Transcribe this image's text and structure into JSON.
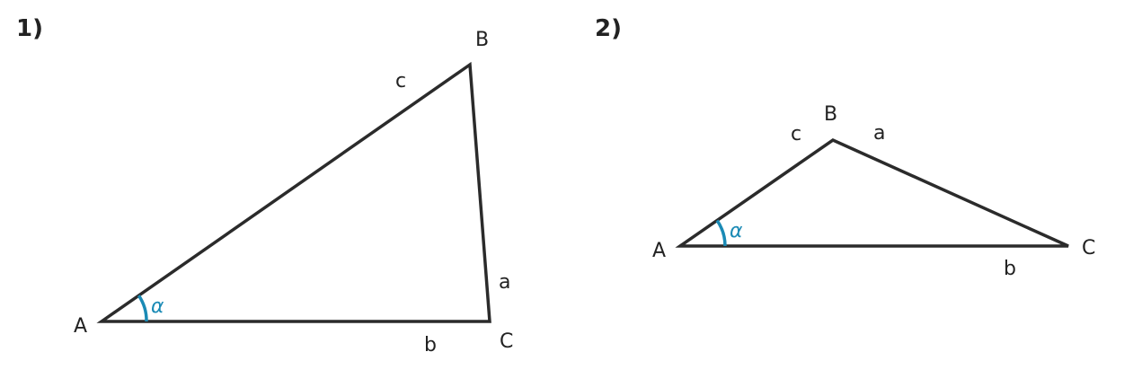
{
  "colors": {
    "stroke": "#2b2b2b",
    "text": "#222222",
    "angle": "#1a8ab5"
  },
  "figures": [
    {
      "number": "1)",
      "vertices": {
        "A": "A",
        "B": "B",
        "C": "C"
      },
      "sides": {
        "a": "a",
        "b": "b",
        "c": "c"
      },
      "angle": "α"
    },
    {
      "number": "2)",
      "vertices": {
        "A": "A",
        "B": "B",
        "C": "C"
      },
      "sides": {
        "a": "a",
        "b": "b",
        "c": "c"
      },
      "angle": "α"
    }
  ]
}
